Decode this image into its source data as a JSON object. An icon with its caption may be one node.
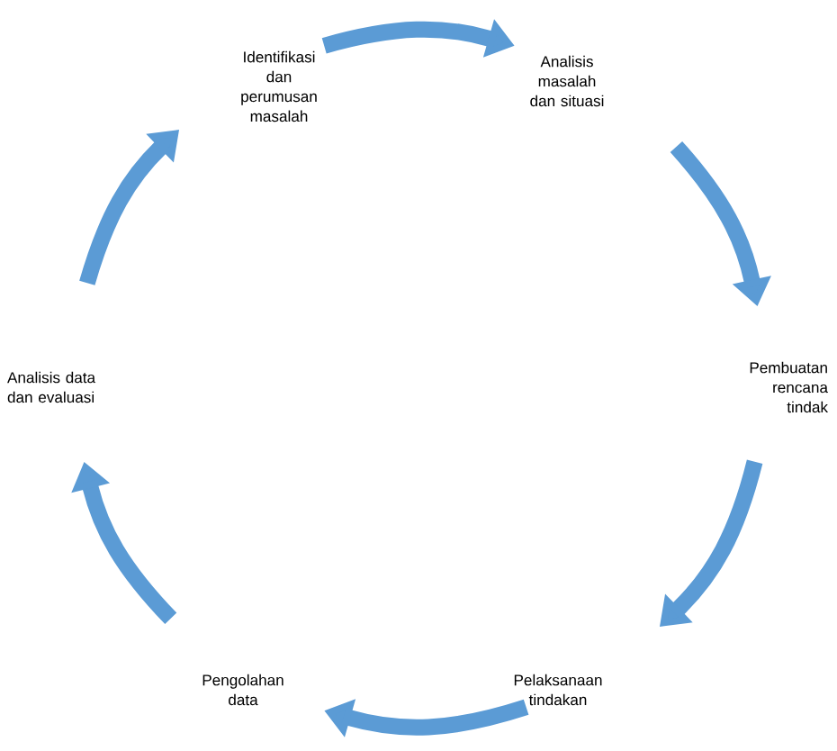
{
  "diagram": {
    "nodes": [
      {
        "text": [
          "Identifikasi dan perumusan masalah"
        ]
      },
      {
        "text": [
          "Analisis masalah dan situasi"
        ]
      },
      {
        "text": [
          "Pembuatan rencana tindak"
        ]
      },
      {
        "text": [
          "Pelaksanaan tindakan"
        ]
      },
      {
        "text": [
          "Pengolahan data"
        ]
      },
      {
        "text": [
          "Analisis data dan evaluasi"
        ]
      }
    ],
    "edges": [
      {
        "from": 0,
        "to": 1,
        "arrow": "to"
      },
      {
        "from": 1,
        "to": 2,
        "arrow": "to"
      },
      {
        "from": 2,
        "to": 3,
        "arrow": "to"
      },
      {
        "from": 3,
        "to": 4,
        "arrow": "to"
      },
      {
        "from": 4,
        "to": 5,
        "arrow": "to"
      },
      {
        "from": 5,
        "to": 0,
        "arrow": "to"
      }
    ]
  }
}
